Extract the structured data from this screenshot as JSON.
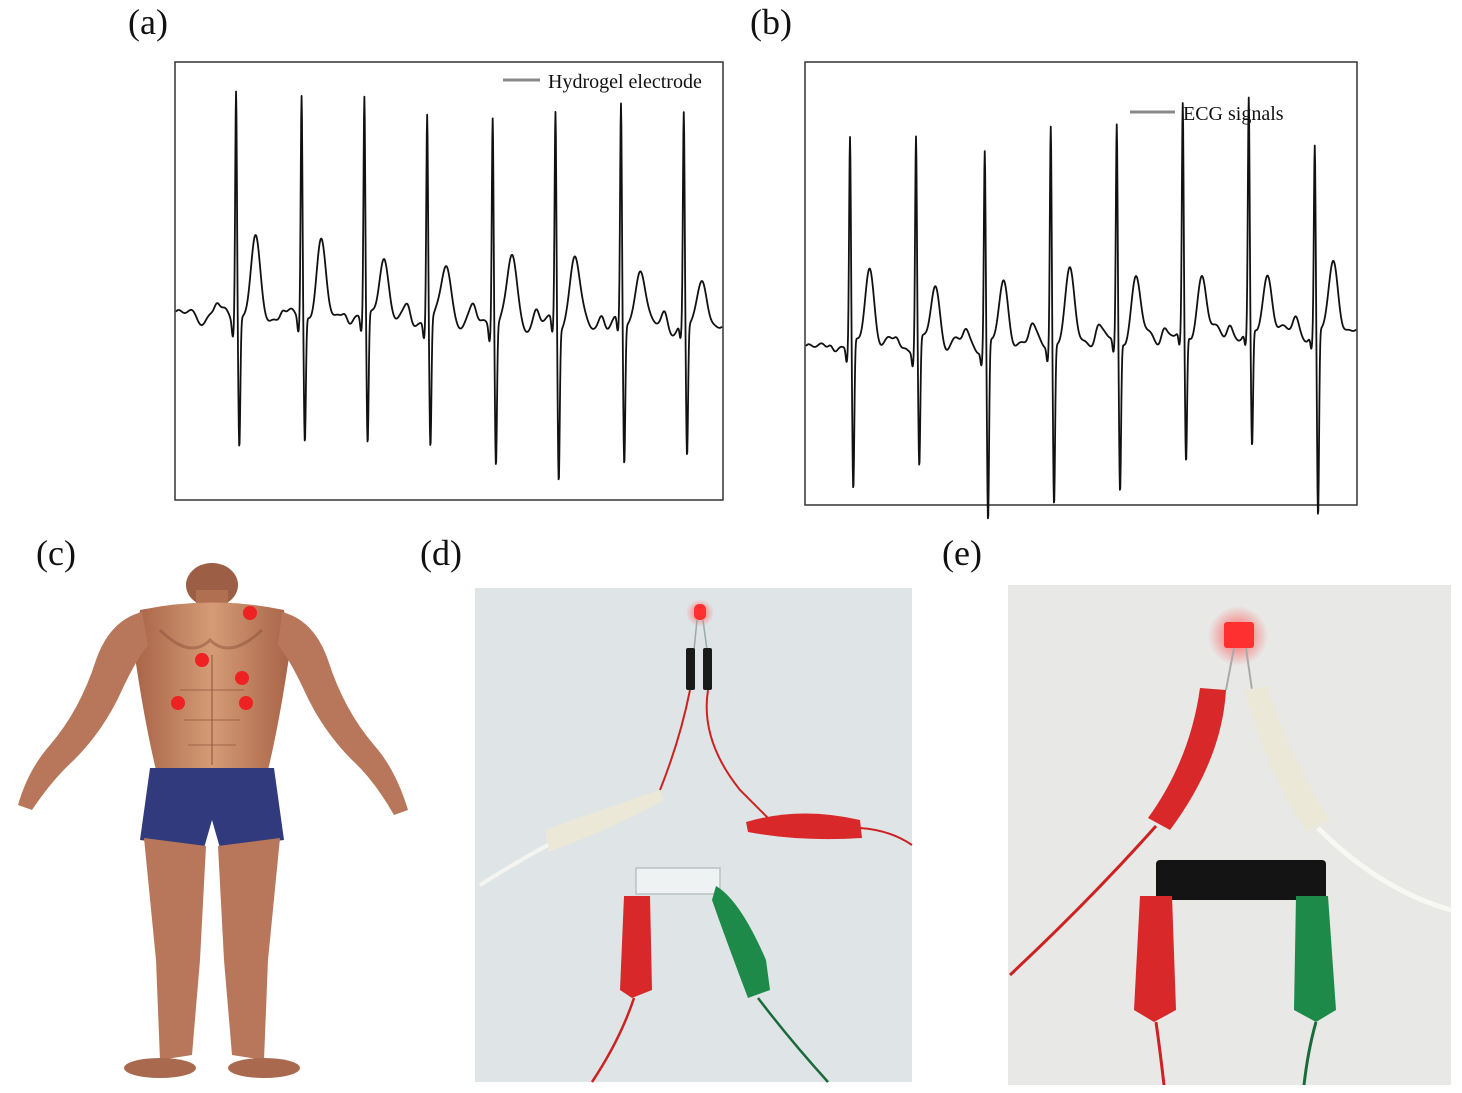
{
  "panels": {
    "a": {
      "label": "(a)"
    },
    "b": {
      "label": "(b)"
    },
    "c": {
      "label": "(c)"
    },
    "d": {
      "label": "(d)"
    },
    "e": {
      "label": "(e)"
    }
  },
  "colors": {
    "trace": "#111111",
    "legend_line": "#888888",
    "electrode_dot": "#ee2222",
    "skin": "#c8825e",
    "shorts": "#303a7c",
    "photo_bg_d": "#dfe5e6",
    "photo_bg_e": "#e8e8e6",
    "clip_red": "#d8282a",
    "clip_green": "#1d8a4a",
    "clip_white": "#ece8d8",
    "led": "#ff3030"
  },
  "chart_data": [
    {
      "type": "line",
      "panel": "a",
      "legend_position": "top-right",
      "grid": false,
      "axes_visible": false,
      "ylim": [
        -1.0,
        1.0
      ],
      "series": [
        {
          "name": "Hydrogel electrode",
          "beat_positions": [
            0.11,
            0.23,
            0.345,
            0.46,
            0.58,
            0.695,
            0.815,
            0.93
          ],
          "r_peaks": [
            0.97,
            0.93,
            0.92,
            0.88,
            0.89,
            0.89,
            0.91,
            0.88
          ],
          "s_troughs": [
            -0.53,
            -0.52,
            -0.54,
            -0.52,
            -0.57,
            -0.63,
            -0.58,
            -0.55
          ],
          "t_waves": [
            0.31,
            0.32,
            0.28,
            0.24,
            0.27,
            0.29,
            0.26,
            0.21
          ],
          "baseline": [
            0.02,
            -0.03
          ]
        }
      ]
    },
    {
      "type": "line",
      "panel": "b",
      "legend_position": "top-right",
      "grid": false,
      "axes_visible": false,
      "ylim": [
        -1.0,
        1.0
      ],
      "series": [
        {
          "name": "ECG signals",
          "beat_positions": [
            0.08,
            0.2,
            0.325,
            0.445,
            0.565,
            0.685,
            0.805,
            0.925
          ],
          "r_peaks": [
            0.85,
            0.86,
            0.79,
            0.89,
            0.87,
            0.92,
            0.93,
            0.75
          ],
          "s_troughs": [
            -0.61,
            -0.52,
            -0.74,
            -0.66,
            -0.62,
            -0.53,
            -0.49,
            -0.77
          ],
          "t_waves": [
            0.34,
            0.24,
            0.23,
            0.26,
            0.23,
            0.25,
            0.25,
            0.28
          ],
          "baseline": [
            -0.06,
            0.02
          ]
        }
      ]
    }
  ]
}
